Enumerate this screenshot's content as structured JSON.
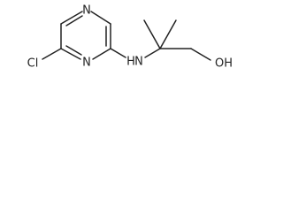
{
  "molecule": {
    "atoms": {
      "n_top": "N",
      "n_ring": "N",
      "cl": "Cl",
      "nh": "H",
      "nh_n": "N",
      "oh": "OH"
    }
  }
}
